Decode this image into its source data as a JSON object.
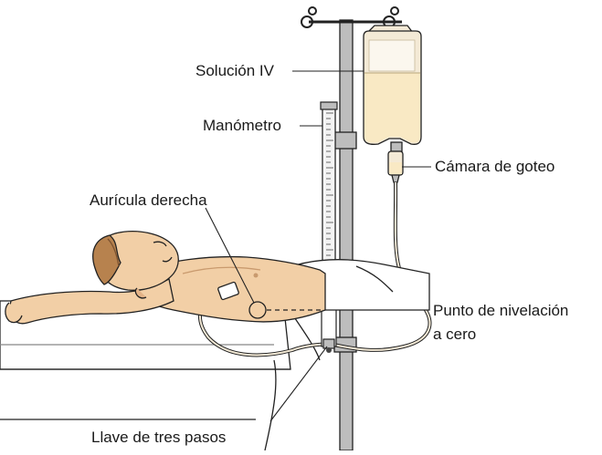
{
  "labels": {
    "iv_solution": "Solución IV",
    "manometer": "Manómetro",
    "drip_chamber": "Cámara de goteo",
    "right_atrium": "Aurícula derecha",
    "zero_point_line1": "Punto de nivelación",
    "zero_point_line2": "a cero",
    "three_way_stopcock": "Llave de tres pasos"
  },
  "colors": {
    "skin": "#f2cfa6",
    "skin_shade": "#e3b387",
    "hair": "#b7824e",
    "iv_fluid": "#f9e9c4",
    "bag": "#f4ead6",
    "pole": "#bdbdbd",
    "outline": "#222222"
  }
}
